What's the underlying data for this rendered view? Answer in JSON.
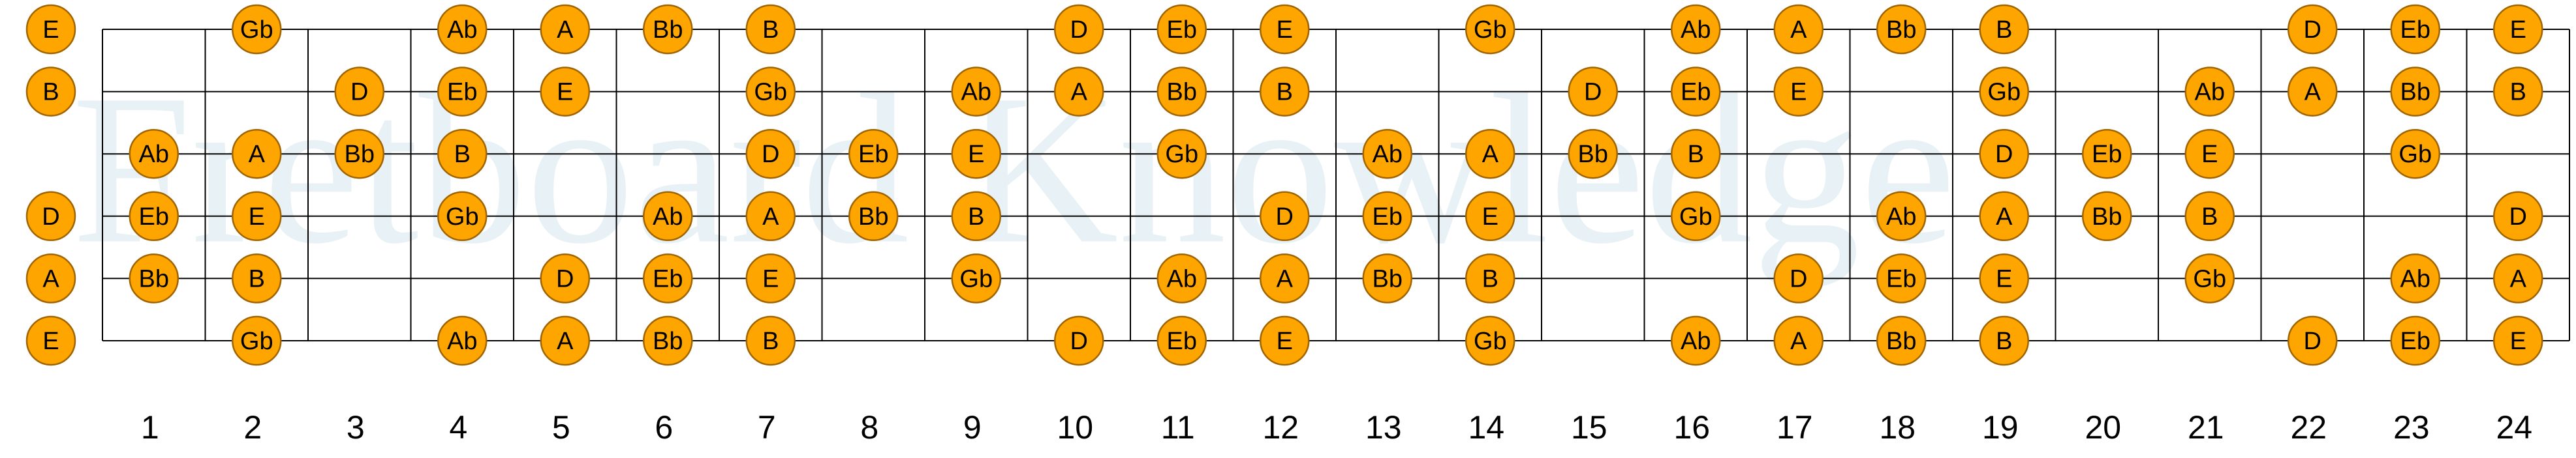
{
  "watermark": "Fretboard Knowledge",
  "colors": {
    "note_fill": "#FFA500",
    "note_stroke": "#A06400",
    "line": "#000000",
    "watermark": "#d7e6ee",
    "background": "#ffffff"
  },
  "fret_numbers": [
    "1",
    "2",
    "3",
    "4",
    "5",
    "6",
    "7",
    "8",
    "9",
    "10",
    "11",
    "12",
    "13",
    "14",
    "15",
    "16",
    "17",
    "18",
    "19",
    "20",
    "21",
    "22",
    "23",
    "24"
  ],
  "strings": [
    {
      "open": "E",
      "notes": [
        "",
        "Gb",
        "",
        "Ab",
        "A",
        "Bb",
        "B",
        "",
        "",
        "D",
        "Eb",
        "E",
        "",
        "Gb",
        "",
        "Ab",
        "A",
        "Bb",
        "B",
        "",
        "",
        "D",
        "Eb",
        "E"
      ]
    },
    {
      "open": "B",
      "notes": [
        "",
        "",
        "D",
        "Eb",
        "E",
        "",
        "Gb",
        "",
        "Ab",
        "A",
        "Bb",
        "B",
        "",
        "",
        "D",
        "Eb",
        "E",
        "",
        "Gb",
        "",
        "Ab",
        "A",
        "Bb",
        "B"
      ]
    },
    {
      "open": "",
      "notes": [
        "Ab",
        "A",
        "Bb",
        "B",
        "",
        "",
        "D",
        "Eb",
        "E",
        "",
        "Gb",
        "",
        "Ab",
        "A",
        "Bb",
        "B",
        "",
        "",
        "D",
        "Eb",
        "E",
        "",
        "Gb",
        ""
      ]
    },
    {
      "open": "D",
      "notes": [
        "Eb",
        "E",
        "",
        "Gb",
        "",
        "Ab",
        "A",
        "Bb",
        "B",
        "",
        "",
        "D",
        "Eb",
        "E",
        "",
        "Gb",
        "",
        "Ab",
        "A",
        "Bb",
        "B",
        "",
        "",
        "D"
      ]
    },
    {
      "open": "A",
      "notes": [
        "Bb",
        "B",
        "",
        "",
        "D",
        "Eb",
        "E",
        "",
        "Gb",
        "",
        "Ab",
        "A",
        "Bb",
        "B",
        "",
        "",
        "D",
        "Eb",
        "E",
        "",
        "Gb",
        "",
        "Ab",
        "A"
      ]
    },
    {
      "open": "E",
      "notes": [
        "",
        "Gb",
        "",
        "Ab",
        "A",
        "Bb",
        "B",
        "",
        "",
        "D",
        "Eb",
        "E",
        "",
        "Gb",
        "",
        "Ab",
        "A",
        "Bb",
        "B",
        "",
        "",
        "D",
        "Eb",
        "E"
      ]
    }
  ]
}
